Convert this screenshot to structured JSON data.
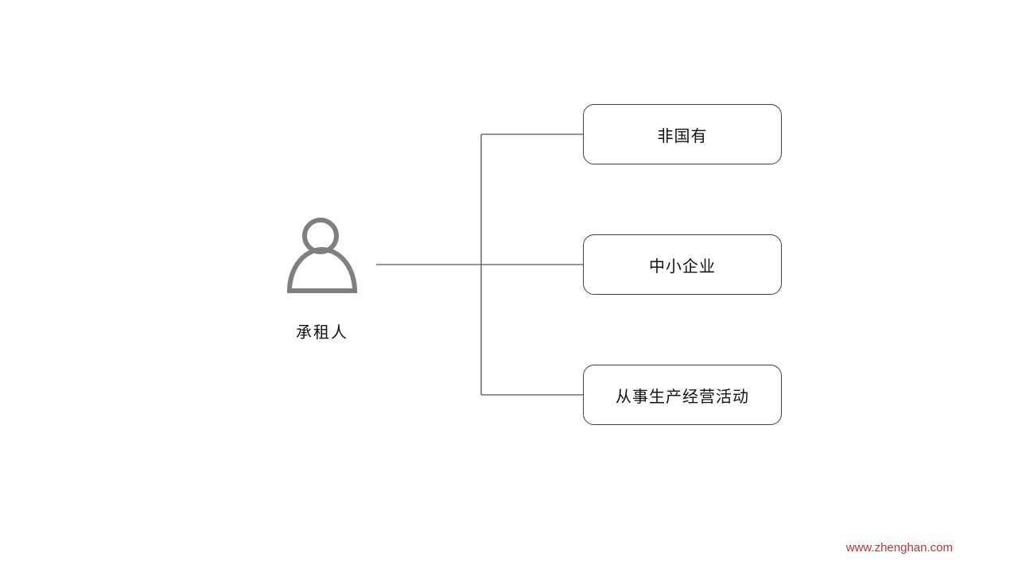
{
  "page": {
    "background": "#ffffff"
  },
  "diagram": {
    "root": {
      "label": "承租人",
      "icon": "person-icon",
      "icon_color": "#7f7f7f"
    },
    "nodes": [
      {
        "label": "非国有"
      },
      {
        "label": "中小企业"
      },
      {
        "label": "从事生产经营活动"
      }
    ],
    "colors": {
      "connector_line": "#555555",
      "node_border": "#404040",
      "text": "#111111"
    }
  },
  "watermark": {
    "text": "www.zhenghan.com",
    "color": "#b13a3a"
  }
}
